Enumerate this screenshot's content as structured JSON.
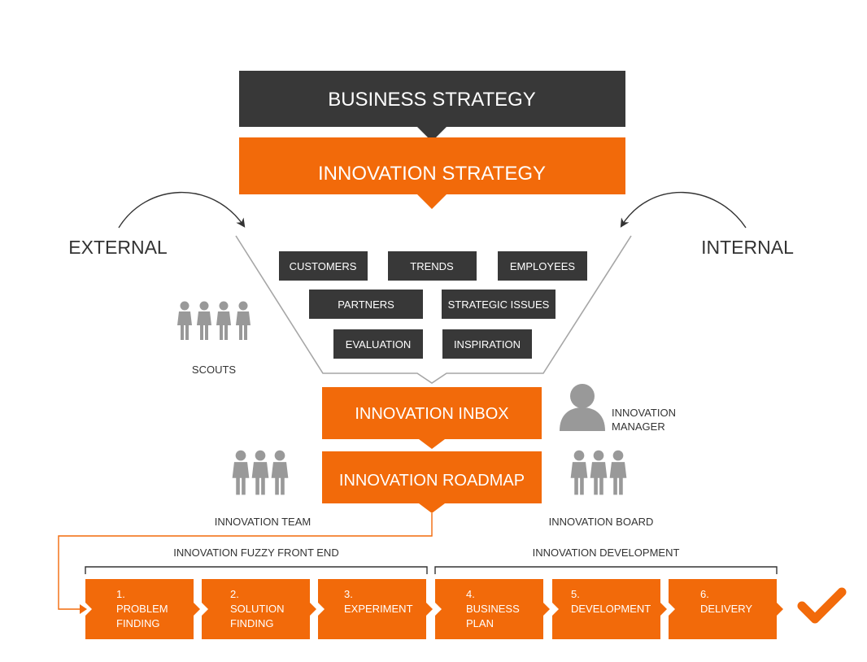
{
  "colors": {
    "orange": "#f26a0a",
    "dark": "#383838",
    "gray_icon": "#999999",
    "line_gray": "#a6a6a6",
    "text_dark": "#333333",
    "white": "#ffffff"
  },
  "top": {
    "business_strategy": "BUSINESS STRATEGY",
    "innovation_strategy": "INNOVATION STRATEGY"
  },
  "sides": {
    "external": "EXTERNAL",
    "internal": "INTERNAL"
  },
  "sources": [
    "CUSTOMERS",
    "TRENDS",
    "EMPLOYEES",
    "PARTNERS",
    "STRATEGIC ISSUES",
    "EVALUATION",
    "INSPIRATION"
  ],
  "roles": {
    "scouts": "SCOUTS",
    "innovation_manager_line1": "INNOVATION",
    "innovation_manager_line2": "MANAGER",
    "innovation_team": "INNOVATION TEAM",
    "innovation_board": "INNOVATION BOARD"
  },
  "center": {
    "inbox": "INNOVATION INBOX",
    "roadmap": "INNOVATION ROADMAP"
  },
  "phases": {
    "fuzzy_front_end": "INNOVATION FUZZY FRONT END",
    "development": "INNOVATION DEVELOPMENT"
  },
  "steps": [
    {
      "number": "1.",
      "line1": "PROBLEM",
      "line2": "FINDING"
    },
    {
      "number": "2.",
      "line1": "SOLUTION",
      "line2": "FINDING"
    },
    {
      "number": "3.",
      "line1": "EXPERIMENT",
      "line2": ""
    },
    {
      "number": "4.",
      "line1": "BUSINESS",
      "line2": "PLAN"
    },
    {
      "number": "5.",
      "line1": "DEVELOPMENT",
      "line2": ""
    },
    {
      "number": "6.",
      "line1": "DELIVERY",
      "line2": ""
    }
  ],
  "icons": {
    "scouts": "group-of-four-people-icon",
    "manager": "person-icon",
    "team": "group-of-three-people-icon",
    "board": "group-of-three-people-icon",
    "done": "checkmark-icon"
  }
}
